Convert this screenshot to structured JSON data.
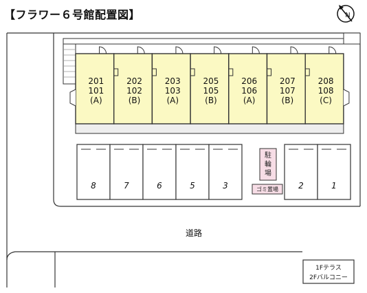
{
  "title": "【フラワー６号館配置図】",
  "units": [
    {
      "upper": "201",
      "lower": "101",
      "type": "(A)"
    },
    {
      "upper": "202",
      "lower": "102",
      "type": "(B)"
    },
    {
      "upper": "203",
      "lower": "103",
      "type": "(A)"
    },
    {
      "upper": "205",
      "lower": "105",
      "type": "(B)"
    },
    {
      "upper": "206",
      "lower": "106",
      "type": "(A)"
    },
    {
      "upper": "207",
      "lower": "107",
      "type": "(B)"
    },
    {
      "upper": "208",
      "lower": "108",
      "type": "(C)"
    }
  ],
  "parking_left": [
    "8",
    "7",
    "6",
    "5",
    "3"
  ],
  "parking_right": [
    "2",
    "1"
  ],
  "bicycle_parking": [
    "駐",
    "輪",
    "場"
  ],
  "trash_area": "ゴミ置場",
  "road": "道路",
  "legend": [
    "1Fテラス",
    "2Fバルコニー"
  ],
  "colors": {
    "unit_fill": "#fbf9c3",
    "bicycle_fill": "#f7dde6",
    "trash_fill": "#f7dde6",
    "line": "#333333",
    "light_line": "#999999",
    "terrace_fill": "#eeeeee"
  },
  "icons": [
    "north-arrow-icon"
  ]
}
